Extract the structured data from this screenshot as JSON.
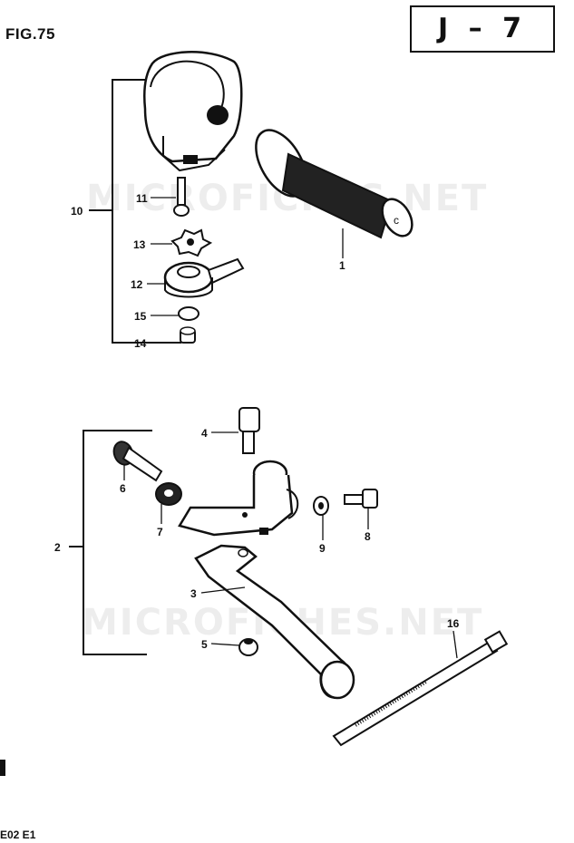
{
  "header": {
    "figure_label": "FIG.75",
    "page_code": "J – 7"
  },
  "watermark": {
    "text": "MICROFICHES.NET"
  },
  "callouts": {
    "c1": "1",
    "c2": "2",
    "c3": "3",
    "c4": "4",
    "c5": "5",
    "c6": "6",
    "c7": "7",
    "c8": "8",
    "c9": "9",
    "c10": "10",
    "c11": "11",
    "c12": "12",
    "c13": "13",
    "c14": "14",
    "c15": "15",
    "c16": "16"
  },
  "footer": {
    "model_code": "E02 E1"
  },
  "colors": {
    "ink": "#111111",
    "paper": "#ffffff"
  }
}
